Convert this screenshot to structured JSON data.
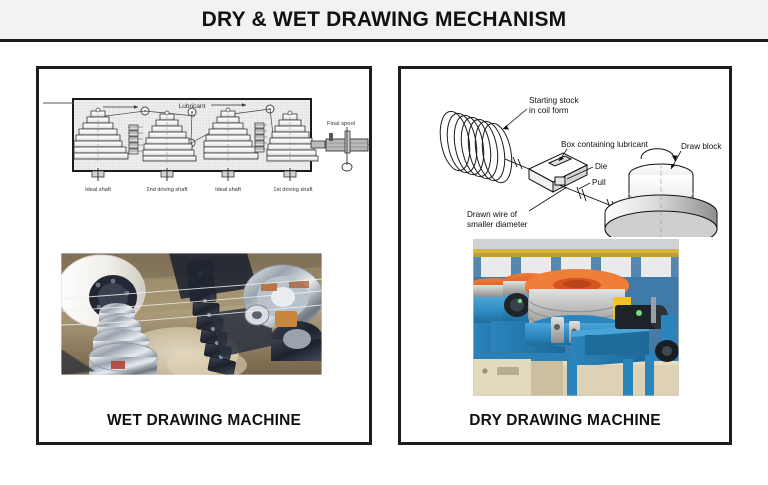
{
  "header": {
    "title": "DRY & WET DRAWING MECHANISM"
  },
  "panels": [
    {
      "id": "wet",
      "caption": "WET DRAWING MACHINE",
      "diagram": {
        "name": "wet-drawing-schematic",
        "labels": {
          "lubricant": "Lubricant",
          "final_spool": "Final spool",
          "shaft_1": "Ideal shaft",
          "shaft_2": "2nd driving shaft",
          "shaft_3": "Ideal shaft",
          "shaft_4": "1st driving shaft"
        }
      },
      "photo": {
        "name": "wet-drawing-machine-photo",
        "description": "Close-up photograph of stepped metal cone capstans and drive chain of a wet wire drawing machine"
      }
    },
    {
      "id": "dry",
      "caption": "DRY DRAWING MACHINE",
      "diagram": {
        "name": "dry-drawing-schematic",
        "labels": {
          "starting_stock_line1": "Starting stock",
          "starting_stock_line2": "in coil form",
          "box_containing_lubricant": "Box containing lubricant",
          "die": "Die",
          "pull": "Pull",
          "draw_block": "Draw block",
          "drawn_wire_line1": "Drawn wire of",
          "drawn_wire_line2": "smaller diameter"
        }
      },
      "photo": {
        "name": "dry-drawing-machine-photo",
        "description": "Photograph of blue industrial dry wire drawing machines with orange capstan discs in a factory"
      }
    }
  ],
  "colors": {
    "header_background": "#f2f2f2",
    "frame_border": "#1c1c1c",
    "title_text": "#111111",
    "diagram_ink": "#222222",
    "diagram_fill": "#e8e8e8",
    "photo_machine_blue": "#2f8fc4",
    "photo_machine_orange": "#e4662a",
    "photo_wall_blue": "#3e7fae",
    "photo_ceiling_yellow": "#d8b43a",
    "photo_floor_cream": "#d9cfb6"
  }
}
